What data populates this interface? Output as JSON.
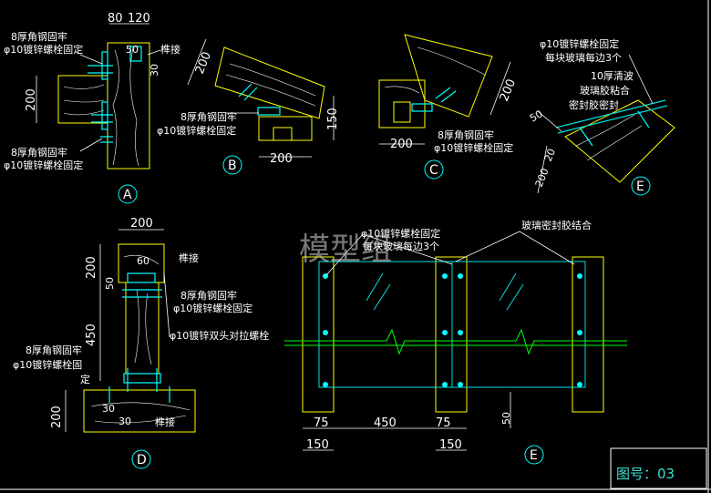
{
  "colors": {
    "background": "#000000",
    "wood_outline": "#ffff00",
    "steel": "#00ffff",
    "glass": "#00e0e0",
    "text": "#ffffff",
    "dimension": "#ffffff",
    "break_line": "#00ff00"
  },
  "watermark": "模型组",
  "page_number": "图号：03",
  "detail_a": {
    "marker": "A",
    "dim_top": "80",
    "dim_top2": "120",
    "dim_50": "50",
    "dim_30": "30",
    "dim_200": "200",
    "label_angle_top": "8厚角钢固牢",
    "label_bolt_top": "φ10镀锌螺栓固定",
    "label_join": "榫接",
    "label_angle_bottom": "8厚角钢固牢",
    "label_bolt_bottom": "φ10镀锌螺栓固定"
  },
  "detail_b": {
    "marker": "B",
    "dim_200_side": "200",
    "dim_150": "150",
    "dim_200_bottom": "200",
    "label_angle": "8厚角钢固牢",
    "label_bolt": "φ10镀锌螺栓固定"
  },
  "detail_c": {
    "marker": "C",
    "dim_200_bottom": "200",
    "dim_200_side": "200",
    "label_angle": "8厚角钢固牢",
    "label_bolt": "φ10镀锌螺栓固定"
  },
  "detail_e_small": {
    "marker": "E",
    "label_bolt": "φ10镀锌螺栓固定",
    "label_each": "每块玻璃每边3个",
    "label_glass": "10厚清波",
    "label_glue": "玻璃胶粘合",
    "label_seal": "密封胶密封",
    "dim_50": "50",
    "dim_20": "20",
    "dim_200": "200"
  },
  "detail_d": {
    "marker": "D",
    "dim_200_top": "200",
    "dim_200_side": "200",
    "dim_60": "60",
    "dim_50": "50",
    "dim_450": "450",
    "dim_30": "30",
    "dim_30b": "30",
    "dim_200_bottom": "200",
    "label_join_top": "榫接",
    "label_angle_top": "8厚角钢固牢",
    "label_bolt_top": "φ10镀锌螺栓固定",
    "label_double_bolt": "φ10镀锌双头对拉螺栓",
    "label_angle_bottom": "8厚角钢固牢",
    "label_bolt_bottom": "φ10镀锌螺栓固",
    "label_ding": "定",
    "label_join_bottom": "榫接"
  },
  "detail_e_large": {
    "marker": "E",
    "label_bolt": "φ10镀锌螺栓固定",
    "label_each": "每块玻璃每边3个",
    "label_seal": "玻璃密封胶结合",
    "dim_75a": "75",
    "dim_450": "450",
    "dim_75b": "75",
    "dim_150a": "150",
    "dim_150b": "150",
    "dim_50": "50"
  }
}
